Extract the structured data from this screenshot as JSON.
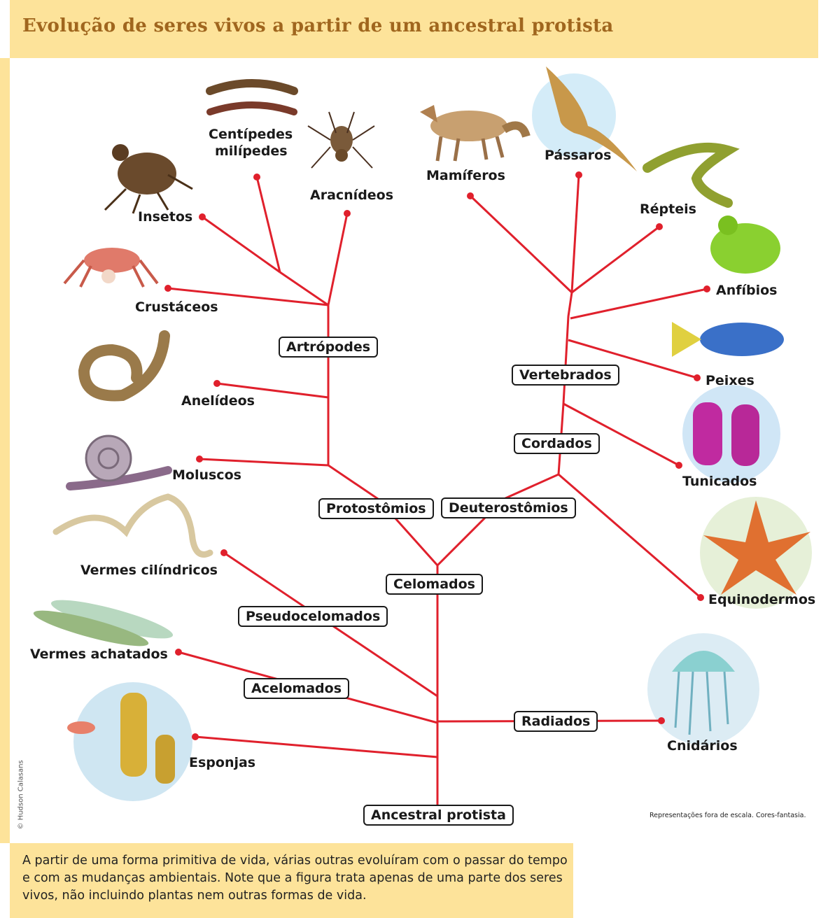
{
  "title": "Evolução de seres vivos a partir de um ancestral protista",
  "caption": "A partir de uma forma primitiva de vida, várias outras evoluíram com o passar do tempo e com as mudanças ambientais. Note que a figura trata apenas de uma parte dos seres vivos, não incluindo plantas nem outras formas de vida.",
  "credit": "© Hudson Calasans",
  "note": "Representações fora de escala. Cores-fantasia.",
  "groups": {
    "ancestral": "Ancestral protista",
    "radiados": "Radiados",
    "acelomados": "Acelomados",
    "pseudocelomados": "Pseudocelomados",
    "celomados": "Celomados",
    "protostomios": "Protostômios",
    "deuterostomios": "Deuterostômios",
    "artropodes": "Artrópodes",
    "cordados": "Cordados",
    "vertebrados": "Vertebrados"
  },
  "organisms": {
    "insetos": "Insetos",
    "centipedes_1": "Centípedes",
    "centipedes_2": "milípedes",
    "aracnideos": "Aracnídeos",
    "crustaceos": "Crustáceos",
    "anelideos": "Anelídeos",
    "moluscos": "Moluscos",
    "vermes_cilindricos": "Vermes cilíndricos",
    "vermes_achatados": "Vermes achatados",
    "esponjas": "Esponjas",
    "cnidarios": "Cnidários",
    "equinodermos": "Equinodermos",
    "tunicados": "Tunicados",
    "peixes": "Peixes",
    "anfibios": "Anfíbios",
    "repteis": "Répteis",
    "passaros": "Pássaros",
    "mamiferos": "Mamíferos"
  },
  "colors": {
    "branch": "#e0202c",
    "header": "#fde39a",
    "title": "#a0661e"
  }
}
